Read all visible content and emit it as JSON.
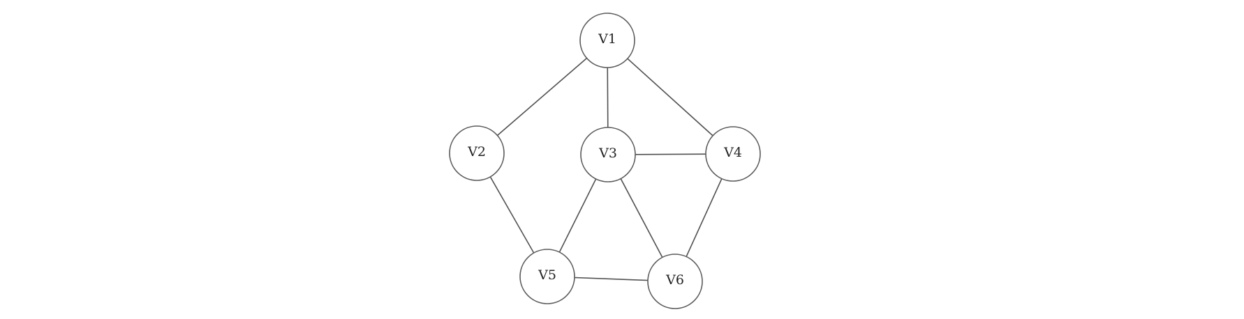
{
  "graph": {
    "nodes": [
      {
        "id": "v1",
        "label": "V1"
      },
      {
        "id": "v2",
        "label": "V2"
      },
      {
        "id": "v3",
        "label": "V3"
      },
      {
        "id": "v4",
        "label": "V4"
      },
      {
        "id": "v5",
        "label": "V5"
      },
      {
        "id": "v6",
        "label": "V6"
      }
    ],
    "edges": [
      {
        "from": "v1",
        "to": "v2"
      },
      {
        "from": "v1",
        "to": "v3"
      },
      {
        "from": "v1",
        "to": "v4"
      },
      {
        "from": "v3",
        "to": "v4"
      },
      {
        "from": "v2",
        "to": "v5"
      },
      {
        "from": "v3",
        "to": "v5"
      },
      {
        "from": "v3",
        "to": "v6"
      },
      {
        "from": "v4",
        "to": "v6"
      },
      {
        "from": "v5",
        "to": "v6"
      }
    ],
    "colors": {
      "edge": "#505050",
      "node_stroke": "#5a5a5a",
      "node_fill": "#ffffff",
      "label": "#222222",
      "background": "#ffffff"
    }
  }
}
